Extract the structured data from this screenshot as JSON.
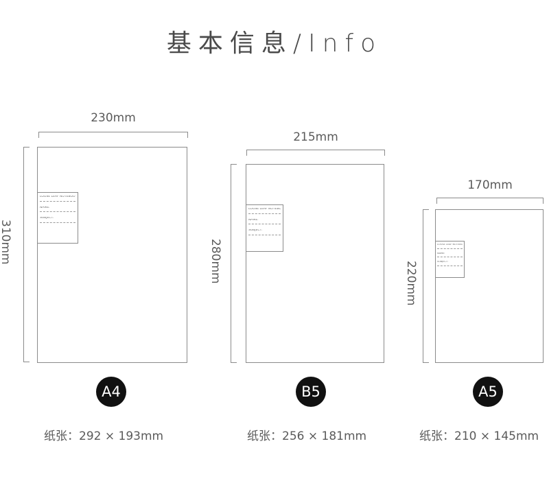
{
  "title": "基本信息/Info",
  "items": [
    {
      "width": "230mm",
      "height": "310mm",
      "badge": "A4",
      "sticker": {
        "line1": "LOOSE LEAF NOTEBOOK",
        "line2": "NAME:",
        "line3": "SUBJECT:"
      },
      "paper_label": "纸张：",
      "paper_size": "292 × 193mm"
    },
    {
      "width": "215mm",
      "height": "280mm",
      "badge": "B5",
      "sticker": {
        "line1": "LOOSE LEAF NOTEBOOK",
        "line2": "NAME:",
        "line3": "SUBJECT:"
      },
      "paper_label": "纸张：",
      "paper_size": "256 × 181mm"
    },
    {
      "width": "170mm",
      "height": "220mm",
      "badge": "A5",
      "sticker": {
        "line1": "LOOSE LEAF NOTEBOOK",
        "line2": "NAME:",
        "line3": "SUBJECT:"
      },
      "paper_label": "纸张：",
      "paper_size": "210 × 145mm"
    }
  ]
}
